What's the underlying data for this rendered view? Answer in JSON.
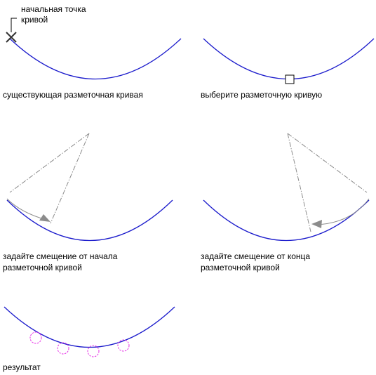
{
  "colors": {
    "curve": "#1c1ccc",
    "guide": "#8c8c8c",
    "marker": "#e633e6",
    "text": "#000000"
  },
  "panels": {
    "existing": {
      "start_label_line1": "начальная точка",
      "start_label_line2": "кривой",
      "caption": "существующая разметочная кривая",
      "start_icon": "x-mark-icon"
    },
    "select": {
      "caption": "выберите разметочную кривую",
      "pick_icon": "pick-box-icon"
    },
    "offset_start": {
      "caption_line1": "задайте смещение от начала",
      "caption_line2": "разметочной кривой"
    },
    "offset_end": {
      "caption_line1": "задайте смещение от конца",
      "caption_line2": "разметочной кривой"
    },
    "result": {
      "caption": "результат",
      "marker_icon": "dashed-circle-icon"
    }
  }
}
